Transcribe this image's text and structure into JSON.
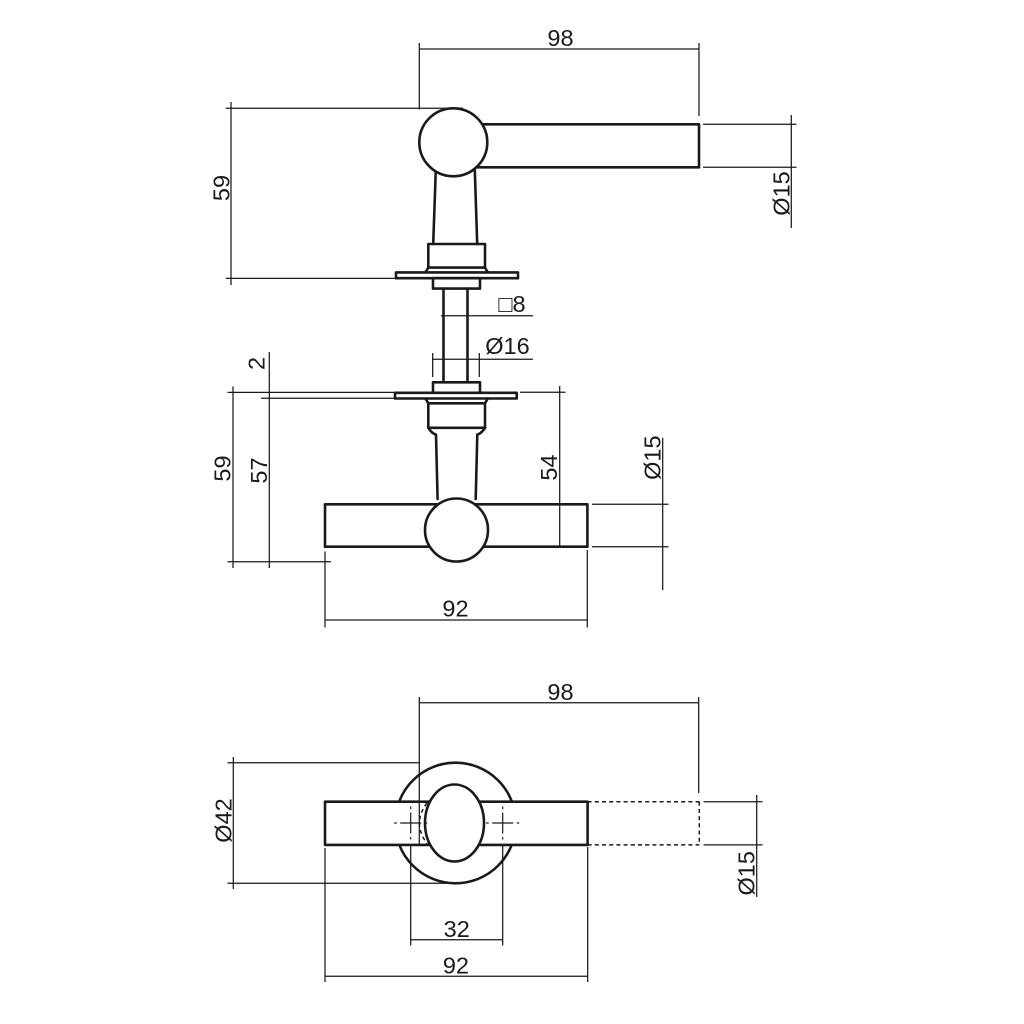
{
  "drawing_title": "",
  "views": {
    "side": {
      "dims": {
        "lever_length": "98",
        "handle_height": "59",
        "lever_diameter": "Ø15",
        "spindle_square": "□8",
        "bushing_diameter": "Ø16"
      }
    },
    "side_b": {
      "dims": {
        "rosette_thickness": "2",
        "handle_height": "59",
        "height_below_rosette": "57",
        "neck_length": "54",
        "bar_diameter": "Ø15",
        "bar_length": "92"
      }
    },
    "front": {
      "dims": {
        "lever_length": "98",
        "rosette_diameter": "Ø42",
        "lever_diameter": "Ø15",
        "screw_spacing": "32",
        "bar_length": "92"
      }
    }
  },
  "colors": {
    "line": "#1a1a1a",
    "background": "#ffffff"
  }
}
